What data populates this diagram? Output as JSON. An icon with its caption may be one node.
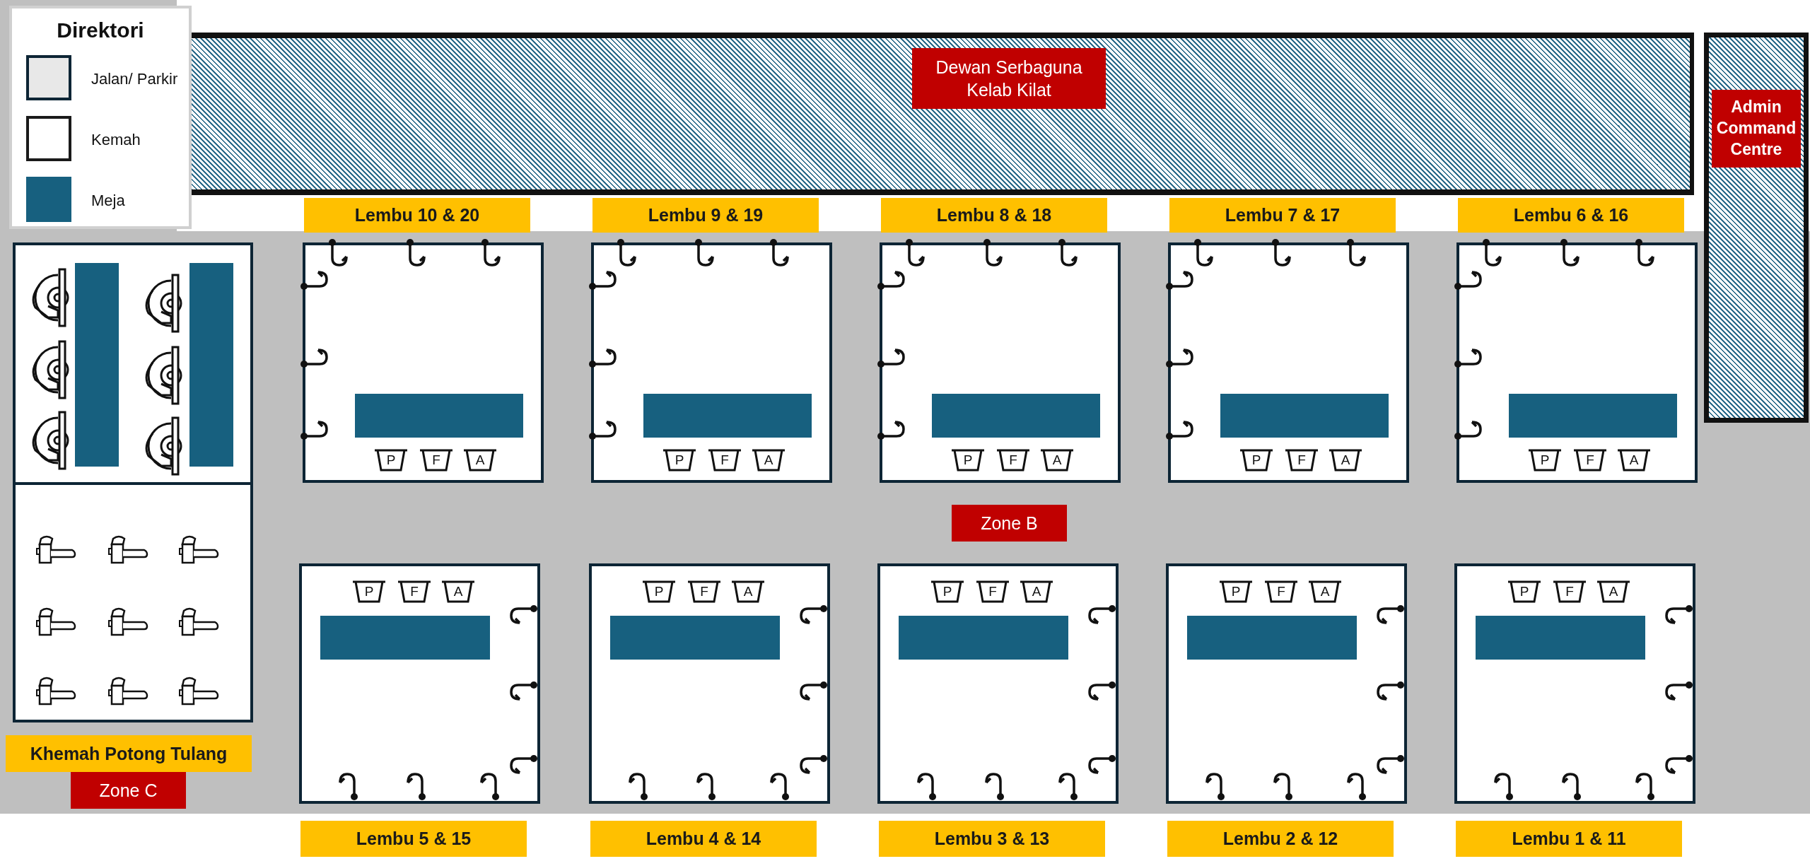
{
  "diagram": {
    "nodes": [
      {
        "text": [
          "Dewan Serbaguna Kelab Kilat"
        ]
      },
      {
        "text": [
          "Admin Command Centre"
        ]
      },
      {
        "text": [
          "Lembu 10 & 20"
        ]
      },
      {
        "text": [],
        "shape": "bar",
        "in": 2
      },
      {
        "text": [
          "P"
        ],
        "in": 2
      },
      {
        "text": [
          "F"
        ],
        "in": 2
      },
      {
        "text": [
          "A"
        ],
        "in": 2
      },
      {
        "text": [
          "Lembu 9 & 19"
        ]
      },
      {
        "text": [],
        "shape": "bar",
        "in": 7
      },
      {
        "text": [
          "P"
        ],
        "in": 7
      },
      {
        "text": [
          "F"
        ],
        "in": 7
      },
      {
        "text": [
          "A"
        ],
        "in": 7
      },
      {
        "text": [
          "Lembu 8 & 18"
        ]
      },
      {
        "text": [],
        "shape": "bar",
        "in": 12
      },
      {
        "text": [
          "P"
        ],
        "in": 12
      },
      {
        "text": [
          "F"
        ],
        "in": 12
      },
      {
        "text": [
          "A"
        ],
        "in": 12
      },
      {
        "text": [
          "Lembu 7 & 17"
        ]
      },
      {
        "text": [],
        "shape": "bar",
        "in": 17
      },
      {
        "text": [
          "P"
        ],
        "in": 17
      },
      {
        "text": [
          "F"
        ],
        "in": 17
      },
      {
        "text": [
          "A"
        ],
        "in": 17
      },
      {
        "text": [
          "Lembu 6 & 16"
        ]
      },
      {
        "text": [],
        "shape": "bar",
        "in": 22
      },
      {
        "text": [
          "P"
        ],
        "in": 22
      },
      {
        "text": [
          "F"
        ],
        "in": 22
      },
      {
        "text": [
          "A"
        ],
        "in": 22
      },
      {
        "text": [
          "Khemah Potong Tulang"
        ]
      },
      {
        "text": [],
        "shape": "bar",
        "in": 27
      },
      {
        "text": [],
        "shape": "bar",
        "in": 27
      },
      {
        "text": [
          "Lembu 5 & 15"
        ]
      },
      {
        "text": [],
        "shape": "bar",
        "in": 30
      },
      {
        "text": [
          "P"
        ],
        "in": 30
      },
      {
        "text": [
          "F"
        ],
        "in": 30
      },
      {
        "text": [
          "A"
        ],
        "in": 30
      },
      {
        "text": [
          "Lembu 4 & 14"
        ]
      },
      {
        "text": [],
        "shape": "bar",
        "in": 35
      },
      {
        "text": [
          "P"
        ],
        "in": 35
      },
      {
        "text": [
          "F"
        ],
        "in": 35
      },
      {
        "text": [
          "A"
        ],
        "in": 35
      },
      {
        "text": [
          "Lembu 3 & 13"
        ]
      },
      {
        "text": [],
        "shape": "bar",
        "in": 40
      },
      {
        "text": [
          "P"
        ],
        "in": 40
      },
      {
        "text": [
          "F"
        ],
        "in": 40
      },
      {
        "text": [
          "A"
        ],
        "in": 40
      },
      {
        "text": [
          "Lembu 2 & 12"
        ]
      },
      {
        "text": [],
        "shape": "bar",
        "in": 45
      },
      {
        "text": [
          "P"
        ],
        "in": 45
      },
      {
        "text": [
          "F"
        ],
        "in": 45
      },
      {
        "text": [
          "A"
        ],
        "in": 45
      },
      {
        "text": [
          "Lembu 1 & 11"
        ]
      },
      {
        "text": [],
        "shape": "bar",
        "in": 50
      },
      {
        "text": [
          "P"
        ],
        "in": 50
      },
      {
        "text": [
          "F"
        ],
        "in": 50
      },
      {
        "text": [
          "A"
        ],
        "in": 50
      }
    ],
    "edges": [],
    "labels": [
      "Direktori",
      "Zone B",
      "Zone C"
    ],
    "legend": [
      {
        "text": "Jalan/ Parkir",
        "color": "#e8e8e8"
      },
      {
        "text": "Kemah",
        "color": "#ffffff"
      },
      {
        "text": "Meja",
        "color": "#17607f"
      }
    ]
  }
}
